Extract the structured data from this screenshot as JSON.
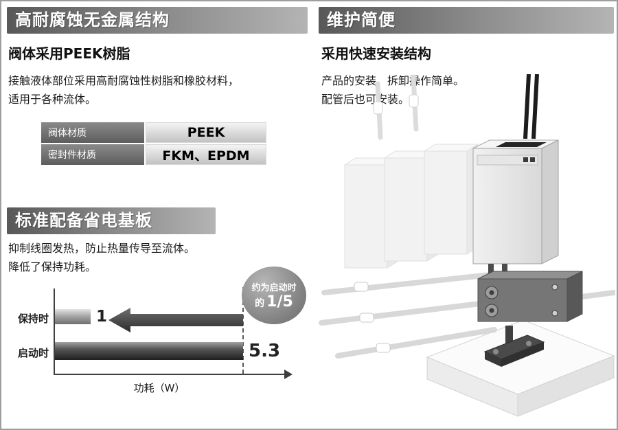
{
  "page": {
    "background": "#ffffff",
    "border_color": "#9e9e9e"
  },
  "left_column": {
    "corrosion_section": {
      "banner_title": "高耐腐蚀无金属结构",
      "subtitle": "阀体采用PEEK树脂",
      "body_lines": [
        "接触液体部位采用高耐腐蚀性树脂和橡胶材料，",
        "适用于各种流体。"
      ],
      "materials_table": {
        "rows": [
          {
            "label": "阀体材质",
            "value": "PEEK"
          },
          {
            "label": "密封件材质",
            "value": "FKM、EPDM"
          }
        ]
      }
    },
    "power_section": {
      "banner_title": "标准配备省电基板",
      "body_lines": [
        "抑制线圈发热，防止热量传导至流体。",
        "降低了保持功耗。"
      ]
    }
  },
  "right_column": {
    "maintenance_section": {
      "banner_title": "维护简便",
      "subtitle": "采用快速安装结构",
      "body_lines": [
        "产品的安装、拆卸操作简单。",
        "配管后也可安装。"
      ]
    }
  },
  "chart_data": {
    "type": "bar",
    "orientation": "horizontal",
    "categories": [
      "保持时",
      "启动时"
    ],
    "values": [
      1,
      5.3
    ],
    "value_labels": [
      "1",
      "5.3"
    ],
    "xlabel": "功耗（W）",
    "xlim": [
      0,
      5.3
    ],
    "grid": false,
    "legend": "none",
    "annotation": "约为启动时的 1/5",
    "badge": {
      "line1": "约为启动时",
      "line2_prefix": "的",
      "line2_value": "1/5"
    }
  }
}
